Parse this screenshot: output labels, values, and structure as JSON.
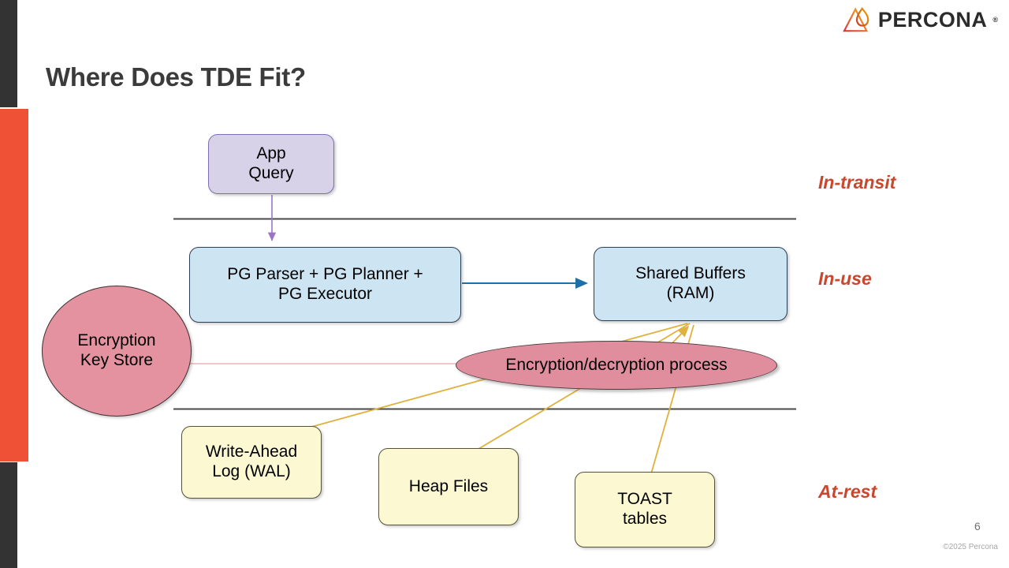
{
  "slide": {
    "title": "Where Does TDE Fit?",
    "page_number": "6",
    "copyright": "©2025 Percona",
    "background": "#ffffff"
  },
  "brand": {
    "name": "PERCONA",
    "registered_mark": "®",
    "logo_icon": "percona-triangle-logo-icon",
    "accent_orange": "#ef5136",
    "accent_dark": "#333333",
    "wordmark_color": "#2b2b2b"
  },
  "decor": {
    "left_dark_bar_top": "dark-bar-top",
    "left_dark_bar_bottom": "dark-bar-bottom",
    "left_orange_bar": "orange-accent-bar"
  },
  "diagram": {
    "nodes": [
      {
        "id": "app-query",
        "label": "App\nQuery",
        "line1": "App",
        "line2": "Query",
        "shape": "rounded-rect",
        "fill": "#d7d2e8",
        "stroke": "#7d6fb0"
      },
      {
        "id": "pg-engine",
        "label": "PG Parser + PG Planner + PG Executor",
        "line1": "PG Parser + PG Planner +",
        "line2": "PG Executor",
        "shape": "rounded-rect",
        "fill": "#cde4f2",
        "stroke": "#2c3e55"
      },
      {
        "id": "shared-buffers",
        "label": "Shared Buffers (RAM)",
        "line1": "Shared Buffers",
        "line2": "(RAM)",
        "shape": "rounded-rect",
        "fill": "#cde4f2",
        "stroke": "#2c3e55"
      },
      {
        "id": "encryption-key-store",
        "label": "Encryption Key Store",
        "line1": "Encryption",
        "line2": "Key Store",
        "shape": "ellipse",
        "fill": "#e492a0",
        "stroke": "#3d3030"
      },
      {
        "id": "encryption-decryption-process",
        "label": "Encryption/decryption process",
        "line1": "Encryption/decryption process",
        "line2": "",
        "shape": "ellipse",
        "fill": "#e08e9d",
        "stroke": "#4a3b3b"
      },
      {
        "id": "write-ahead-log",
        "label": "Write-Ahead Log (WAL)",
        "line1": "Write-Ahead",
        "line2": "Log (WAL)",
        "shape": "rounded-rect",
        "fill": "#fbf8d2",
        "stroke": "#54523b"
      },
      {
        "id": "heap-files",
        "label": "Heap Files",
        "line1": "Heap Files",
        "line2": "",
        "shape": "rounded-rect",
        "fill": "#fbf8d2",
        "stroke": "#54523b"
      },
      {
        "id": "toast-tables",
        "label": "TOAST tables",
        "line1": "TOAST",
        "line2": "tables",
        "shape": "rounded-rect",
        "fill": "#fbf8d2",
        "stroke": "#54523b"
      }
    ],
    "connectors": [
      {
        "id": "app-to-pg",
        "from": "app-query",
        "to": "pg-engine",
        "color": "#9b74c9",
        "arrow": true
      },
      {
        "id": "pg-to-buffers",
        "from": "pg-engine",
        "to": "shared-buffers",
        "color": "#1f6fa8",
        "arrow": true
      },
      {
        "id": "keystore-to-process",
        "from": "encryption-key-store",
        "to": "encryption-decryption-process",
        "color": "#e0a0a8",
        "arrow": false
      },
      {
        "id": "process-to-buffers",
        "from": "encryption-decryption-process",
        "to": "shared-buffers",
        "color": "#e0b13c",
        "arrow": true
      },
      {
        "id": "buffers-to-wal",
        "from": "shared-buffers",
        "to": "write-ahead-log",
        "color": "#e0b13c",
        "arrow": true
      },
      {
        "id": "buffers-to-heap",
        "from": "shared-buffers",
        "to": "heap-files",
        "color": "#e0b13c",
        "arrow": true
      },
      {
        "id": "buffers-to-toast",
        "from": "shared-buffers",
        "to": "toast-tables",
        "color": "#e0b13c",
        "arrow": true
      }
    ],
    "dividers": [
      {
        "id": "divider-in-transit",
        "color": "#4a4a4a"
      },
      {
        "id": "divider-at-rest",
        "color": "#4a4a4a"
      }
    ]
  },
  "zones": [
    {
      "id": "in-transit",
      "label": "In-transit",
      "color": "#c8472f"
    },
    {
      "id": "in-use",
      "label": "In-use",
      "color": "#c8472f"
    },
    {
      "id": "at-rest",
      "label": "At-rest",
      "color": "#c8472f"
    }
  ]
}
